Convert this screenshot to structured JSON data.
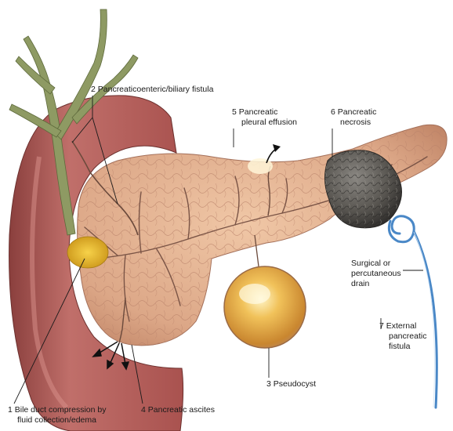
{
  "labels": {
    "l1_line1": "1  Bile duct compression by",
    "l1_line2": "fluid collection/edema",
    "l2": "2  Pancreaticoenteric/biliary fistula",
    "l3": "3  Pseudocyst",
    "l4": "4  Pancreatic ascites",
    "l5_line1": "5  Pancreatic",
    "l5_line2": "pleural effusion",
    "l6_line1": "6  Pancreatic",
    "l6_line2": "necrosis",
    "l7_line1": "7  External",
    "l7_line2": "pancreatic",
    "l7_line3": "fistula",
    "drain_line1": "Surgical or",
    "drain_line2": "percutaneous",
    "drain_line3": "drain"
  },
  "colors": {
    "duodenum": "#b45f5c",
    "pancreas": "#dba98a",
    "bile_tree": "#8e9a63",
    "pseudocyst": "#e0a73f",
    "necrosis": "#55524e",
    "drain": "#4a88c7"
  }
}
